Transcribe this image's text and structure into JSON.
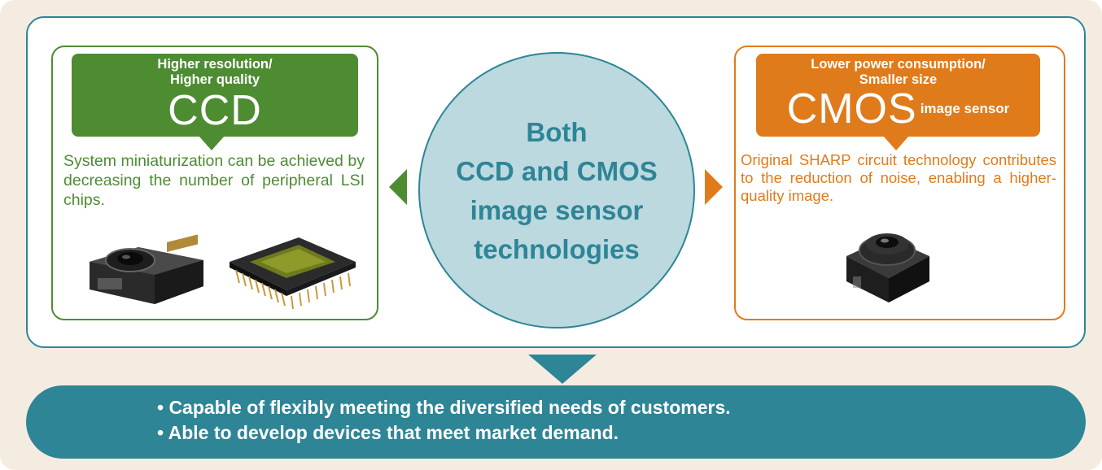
{
  "center": {
    "lines": [
      "Both",
      "CCD and CMOS",
      "image sensor",
      "technologies"
    ]
  },
  "ccd": {
    "subtitle_line1": "Higher resolution/",
    "subtitle_line2": "Higher quality",
    "title": "CCD",
    "description": "System miniaturization can be achieved by decreasing the number of peripheral LSI chips.",
    "color": "#4e8c32"
  },
  "cmos": {
    "subtitle_line1": "Lower power consumption/",
    "subtitle_line2": "Smaller size",
    "title": "CMOS",
    "title_suffix": "image sensor",
    "description": "Original SHARP circuit technology contributes to the reduction of noise, enabling a higher-quality image.",
    "color": "#e07b1b"
  },
  "benefits": [
    "• Capable of flexibly meeting the diversified needs of customers.",
    "• Able to develop devices that meet market demand."
  ],
  "colors": {
    "accent_teal": "#2e8596",
    "circle_fill": "#bcd9e0",
    "background": "#f4ece1"
  }
}
